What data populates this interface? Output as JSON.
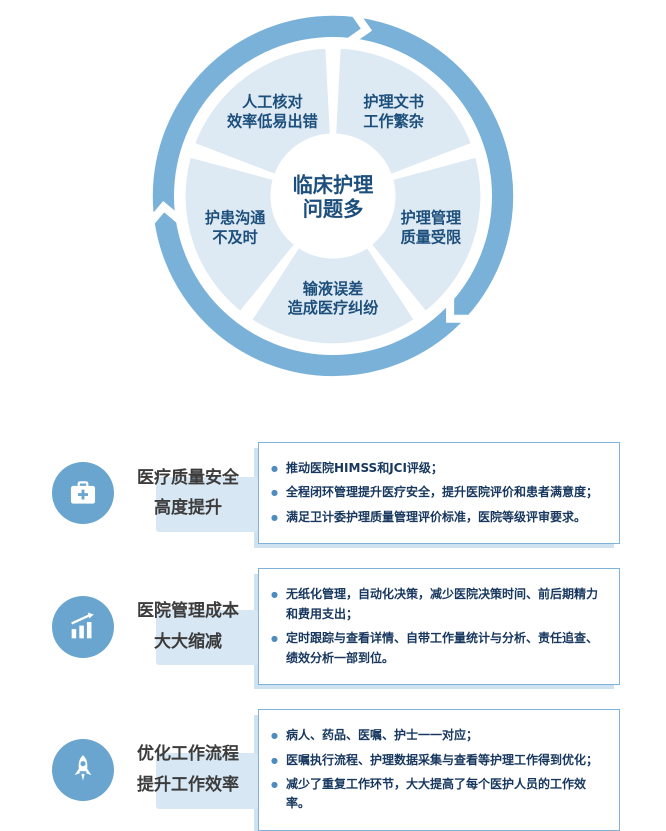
{
  "colors": {
    "primary": "#69a5ce",
    "ring": "#79b1d9",
    "sector_fill": "#dde9f3",
    "sector_text": "#1d4f7c",
    "bullet_text": "#17375e",
    "bullet_dot": "#4e8cbe",
    "title_text": "#3c3c3c",
    "box_border": "#7fb2d9",
    "panel": "#d7e7f4"
  },
  "wheel": {
    "center": {
      "line1": "临床护理",
      "line2": "问题多"
    },
    "sectors": [
      {
        "name": "top-right",
        "line1": "护理文书",
        "line2": "工作繁杂"
      },
      {
        "name": "right",
        "line1": "护理管理",
        "line2": "质量受限"
      },
      {
        "name": "bottom",
        "line1": "输液误差",
        "line2": "造成医疗纠纷"
      },
      {
        "name": "left",
        "line1": "护患沟通",
        "line2": "不及时"
      },
      {
        "name": "top-left",
        "line1": "人工核对",
        "line2": "效率低易出错"
      }
    ]
  },
  "benefits": [
    {
      "icon": "medical-kit-icon",
      "title_line1": "医疗质量安全",
      "title_line2": "高度提升",
      "bullets": [
        "推动医院HIMSS和JCI评级；",
        "全程闭环管理提升医疗安全，提升医院评价和患者满意度；",
        "满足卫计委护理质量管理评价标准，医院等级评审要求。"
      ]
    },
    {
      "icon": "growth-chart-icon",
      "title_line1": "医院管理成本",
      "title_line2": "大大缩减",
      "bullets": [
        "无纸化管理，自动化决策，减少医院决策时间、前后期精力和费用支出；",
        "定时跟踪与查看详情、自带工作量统计与分析、责任追查、绩效分析一部到位。"
      ]
    },
    {
      "icon": "rocket-icon",
      "title_line1": "优化工作流程",
      "title_line2": "提升工作效率",
      "bullets": [
        "病人、药品、医嘱、护士一一对应；",
        "医嘱执行流程、护理数据采集与查看等护理工作得到优化；",
        "减少了重复工作环节，大大提高了每个医护人员的工作效率。"
      ]
    }
  ]
}
